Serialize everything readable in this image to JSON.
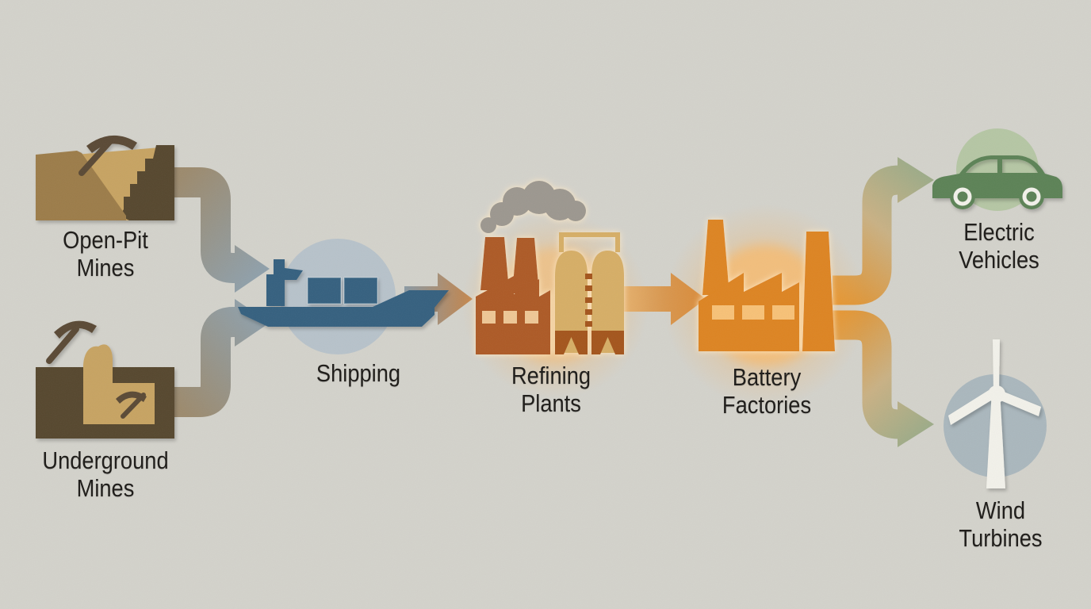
{
  "diagram": {
    "type": "supply-chain-flow",
    "direction": "left-to-right",
    "description": "Mineral supply chain from mines to clean-energy products"
  },
  "nodes": [
    {
      "id": "open-pit-mines",
      "label": "Open-Pit\nMines",
      "icon": "open-pit-mine-icon"
    },
    {
      "id": "underground-mines",
      "label": "Underground\nMines",
      "icon": "underground-mine-icon"
    },
    {
      "id": "shipping",
      "label": "Shipping",
      "icon": "cargo-ship-icon"
    },
    {
      "id": "refining-plants",
      "label": "Refining\nPlants",
      "icon": "refinery-icon",
      "highlighted": true
    },
    {
      "id": "battery-factories",
      "label": "Battery\nFactories",
      "icon": "battery-factory-icon",
      "highlighted": true
    },
    {
      "id": "electric-vehicles",
      "label": "Electric\nVehicles",
      "icon": "electric-car-icon"
    },
    {
      "id": "wind-turbines",
      "label": "Wind\nTurbines",
      "icon": "wind-turbine-icon"
    }
  ],
  "edges": [
    {
      "from": "open-pit-mines",
      "to": "shipping"
    },
    {
      "from": "underground-mines",
      "to": "shipping"
    },
    {
      "from": "shipping",
      "to": "refining-plants"
    },
    {
      "from": "refining-plants",
      "to": "battery-factories"
    },
    {
      "from": "battery-factories",
      "to": "electric-vehicles"
    },
    {
      "from": "battery-factories",
      "to": "wind-turbines"
    }
  ],
  "colors": {
    "bg": "#d3d2cb",
    "label": "#211f1c",
    "mine_light_brown": "#9c7c48",
    "mine_dark_brown": "#57462f",
    "mine_pit_tan": "#c7a362",
    "pickaxe_brown": "#5a4a36",
    "ship_blue": "#35617f",
    "ship_circle": "#b7c2ca",
    "smoke_gray": "#9c978f",
    "refinery_rust": "#ad5a28",
    "refinery_window": "#eec795",
    "silo_tan": "#d6ae66",
    "silo_rust": "#a4551c",
    "refinery_glow": "#ecc28c",
    "battery_orange": "#dd8420",
    "battery_window": "#f7c177",
    "battery_glow": "#f2be7b",
    "car_green": "#5c8257",
    "ev_circle": "#b5c6a4",
    "turbine_white": "#f2f1ea",
    "wind_circle": "#aab7bd",
    "arrow_brown": "#9c8a6d",
    "arrow_bluegray": "#8fa0ab",
    "arrow_ship_start": "#8a99a3",
    "arrow_ship_end": "#c58448",
    "arrow_refine_start": "#e2af6e",
    "arrow_refine_end": "#cf7e2e",
    "arrow_fork_start": "#e2912b",
    "arrow_fork_mid": "#c9b184",
    "arrow_fork_end": "#9cab88"
  }
}
